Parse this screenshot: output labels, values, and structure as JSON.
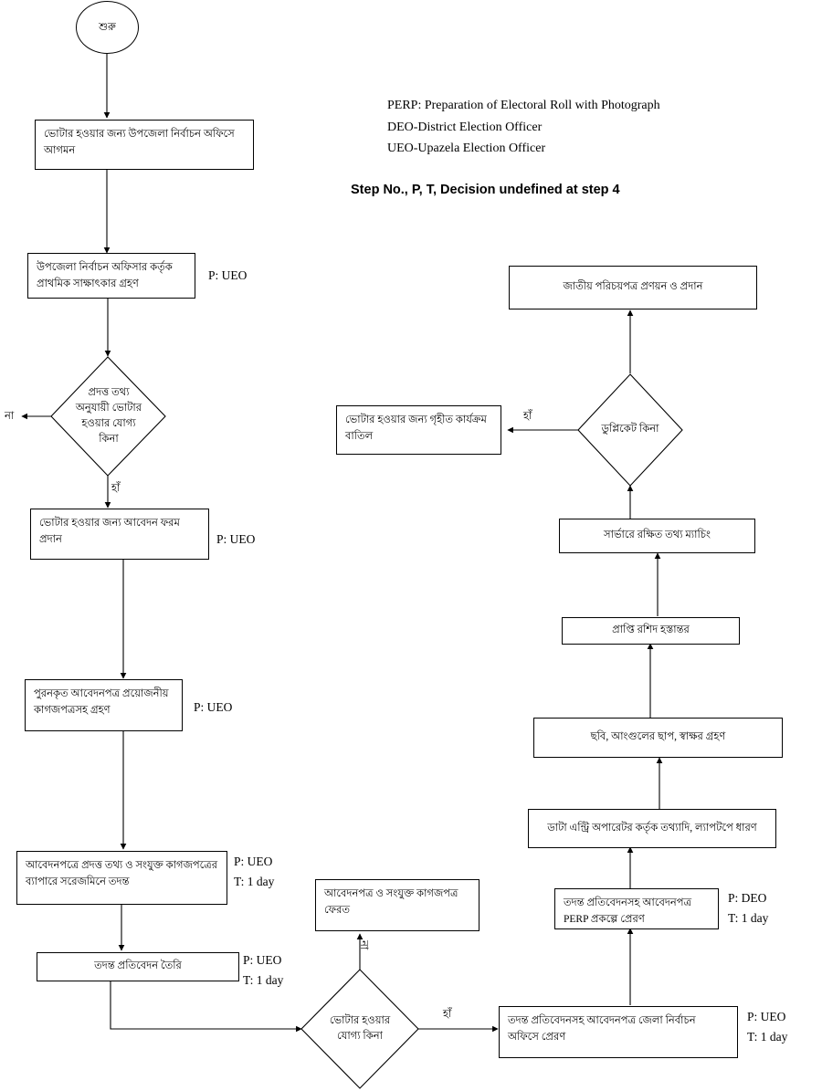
{
  "diagram": {
    "title_note": "Step No., P, T, Decision undefined at step 4",
    "legend": "PERP: Preparation of Electoral Roll with Photograph\nDEO-District Election Officer\nUEO-Upazela Election Officer",
    "legend_lines": [
      "PERP: Preparation of Electoral Roll with Photograph",
      "DEO-District Election Officer",
      "UEO-Upazela Election Officer"
    ]
  },
  "nodes": {
    "start": {
      "label": "শুরু"
    },
    "arrival": {
      "label": "ভোটার হওয়ার জন্য উপজেলা নির্বাচন অফিসে আগমন"
    },
    "interview": {
      "label": "উপজেলা নির্বাচন অফিসার কর্তৃক প্রাথমিক সাক্ষাৎকার গ্রহণ",
      "annot": "P: UEO"
    },
    "decision_eligible": {
      "label_lines": [
        "প্রদত্ত তথ্য",
        "অনুযায়ী ভোটার",
        "হওয়ার  যোগ্য",
        "কিনা"
      ]
    },
    "form_given": {
      "label": "ভোটার হওয়ার জন্য আবেদন ফরম প্রদান",
      "annot": "P: UEO"
    },
    "form_received": {
      "label": "পুরনকৃত আবেদনপত্র প্রয়োজনীয় কাগজপত্রসহ গ্রহণ",
      "annot": "P: UEO"
    },
    "field_investigation": {
      "label": "আবেদনপত্রে প্রদত্ত তথ্য ও সংযুক্ত কাগজপত্রের ব্যাপারে সরেজমিনে তদন্ত",
      "annot": "P: UEO\nT: 1 day"
    },
    "report_prepared": {
      "label": "তদন্ত প্রতিবেদন তৈরি",
      "annot": "P: UEO\nT: 1 day"
    },
    "decision_eligible2": {
      "label_lines": [
        "ভোটার হওয়ার",
        "যোগ্য কিনা"
      ]
    },
    "returned": {
      "label": "আবেদনপত্র ও সংযুক্ত কাগজপত্র ফেরত"
    },
    "send_to_district": {
      "label": "তদন্ত প্রতিবেদনসহ আবেদনপত্র জেলা নির্বাচন অফিসে প্রেরণ",
      "annot": "P: UEO\nT: 1 day"
    },
    "send_to_perp": {
      "label": "তদন্ত প্রতিবেদনসহ আবেদনপত্র PERP প্রকল্পে প্রেরণ",
      "annot": "P: DEO\nT: 1 day"
    },
    "data_entry": {
      "label": "ডাটা এন্ট্রি অপারেটর কর্তৃক তথ্যাদি, ল্যাপটপে ধারণ"
    },
    "biometrics": {
      "label": "ছবি, আংগুলের ছাপ, স্বাক্ষর গ্রহণ"
    },
    "receipt": {
      "label": "প্রাপ্তি রশিদ হস্তান্তর"
    },
    "server_matching": {
      "label": "সার্ভারে রক্ষিত তথ্য ম্যাচিং"
    },
    "decision_duplicate": {
      "label_lines": [
        "ডুপ্লিকেট কিনা"
      ]
    },
    "cancelled": {
      "label": "ভোটার হওয়ার জন্য গৃহীত কার্যক্রম বাতিল"
    },
    "nid_issued": {
      "label": "জাতীয় পরিচয়পত্র প্রণয়ন ও প্রদান"
    }
  },
  "edge_labels": {
    "no_left": "না",
    "yes_left": "হাঁ",
    "no_bottom": "না",
    "yes_bottom": "হাঁ",
    "yes_duplicate": "হাঁ"
  },
  "colors": {
    "stroke": "#000000",
    "fill": "#ffffff",
    "text": "#000000"
  }
}
